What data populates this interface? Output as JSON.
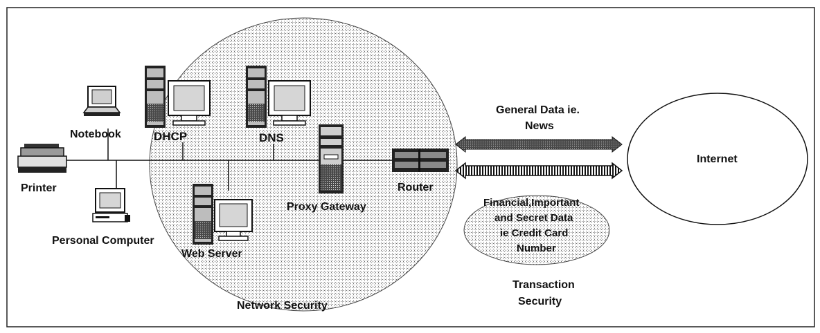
{
  "diagram": {
    "title": "",
    "devices": {
      "notebook": "Notebook",
      "printer": "Printer",
      "personal_computer": "Personal Computer",
      "dhcp": "DHCP",
      "dns": "DNS",
      "web_server": "Web Server",
      "proxy_gateway": "Proxy Gateway",
      "router": "Router"
    },
    "zones": {
      "network_security": "Network Security",
      "internet": "Internet",
      "transaction_security_line1": "Transaction",
      "transaction_security_line2": "Security"
    },
    "flows": {
      "general_line1": "General Data ie.",
      "general_line2": "News",
      "secret_line1": "Financial,Important",
      "secret_line2": "and Secret Data",
      "secret_line3": "ie Credit Card",
      "secret_line4": "Number"
    }
  }
}
